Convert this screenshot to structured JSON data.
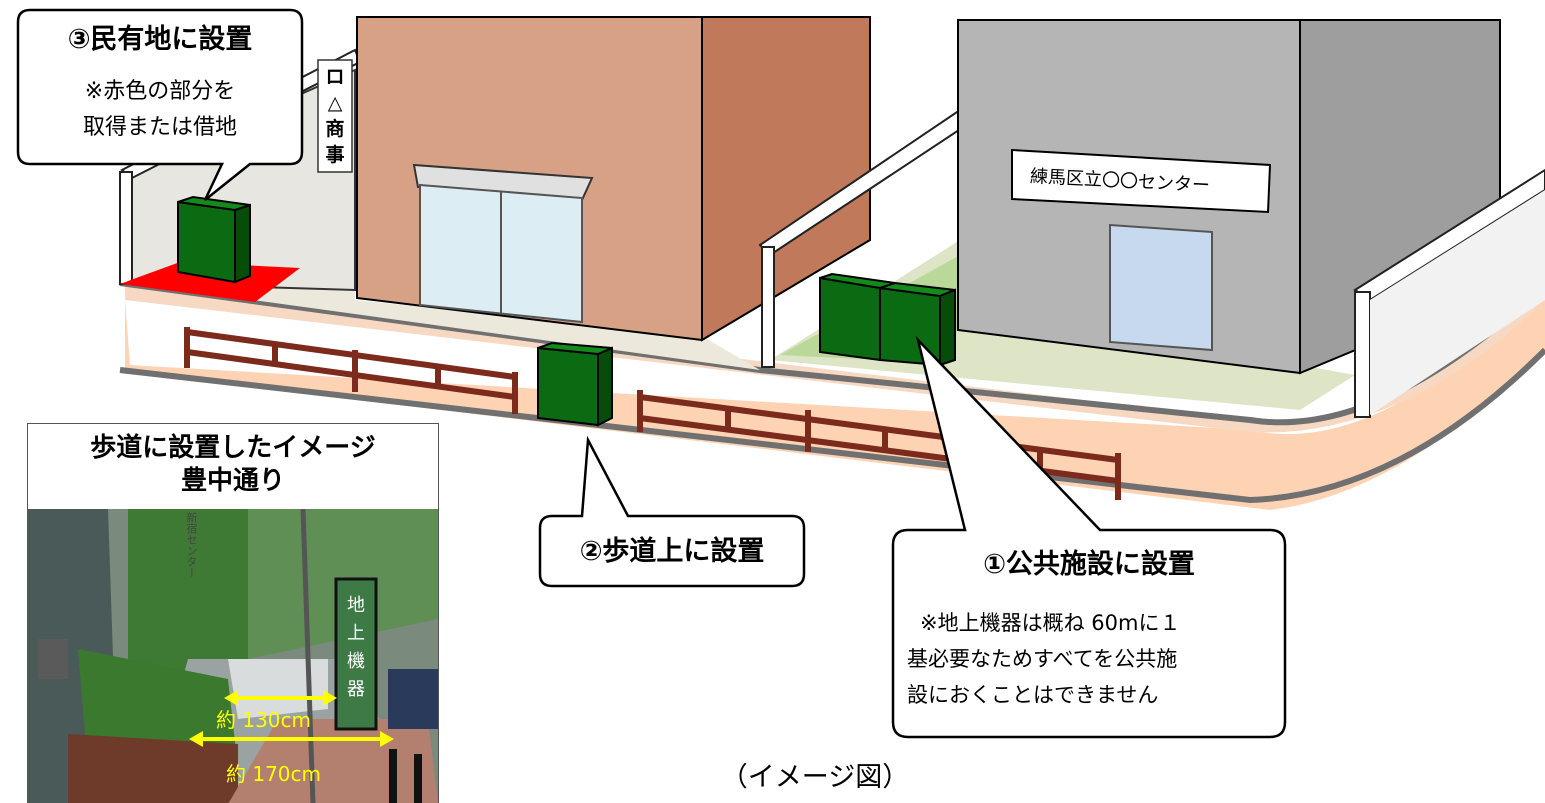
{
  "callout_private": {
    "title": "③民有地に設置",
    "note_line1": "※赤色の部分を",
    "note_line2": "取得または借地"
  },
  "callout_sidewalk": {
    "title": "②歩道上に設置"
  },
  "callout_public": {
    "title": "①公共施設に設置",
    "note_line1": "※地上機器は概ね 60mに１",
    "note_line2": "基必要なためすべてを公共施",
    "note_line3": "設におくことはできません"
  },
  "shop_sign": [
    "ロ",
    "△",
    "商",
    "事"
  ],
  "center_sign": "練馬区立〇〇センター",
  "photo": {
    "title_line1": "歩道に設置したイメージ",
    "title_line2": "豊中通り",
    "equipment_label": [
      "地",
      "上",
      "機",
      "器"
    ],
    "measure_1": "約 130cm",
    "measure_2": "約 170cm",
    "building_sign_text": "新宿センター"
  },
  "caption": "（イメージ図）",
  "colors": {
    "equipment_green": "#0b6b12",
    "equipment_dark": "#064d0a",
    "red_area": "#ff0000",
    "sidewalk": "#fdd3b4",
    "fence": "#7b2a1c",
    "shop_wall": "#d6a185",
    "shop_side": "#c0795a",
    "public_wall": "#b5b5b5",
    "public_side": "#9e9e9e",
    "measure_arrow": "#ffff00"
  }
}
